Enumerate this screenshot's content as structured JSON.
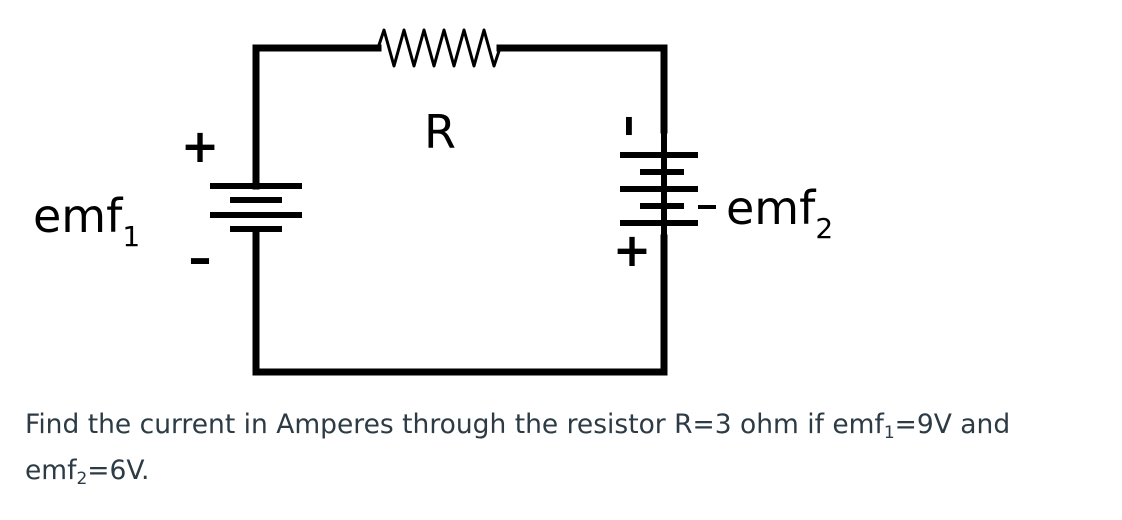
{
  "diagram": {
    "resistor_label": "R",
    "emf1": {
      "base": "emf",
      "sub": "1",
      "top_sign": "+",
      "bottom_sign": "–"
    },
    "emf2": {
      "base": "emf",
      "sub": "2",
      "top_sign": "–",
      "bottom_sign": "+"
    }
  },
  "question": {
    "p1": "Find the current in Amperes through the resistor R=3 ohm if emf",
    "s1": "1",
    "p2": "=9V and emf",
    "s2": "2",
    "p3": "=6V."
  }
}
